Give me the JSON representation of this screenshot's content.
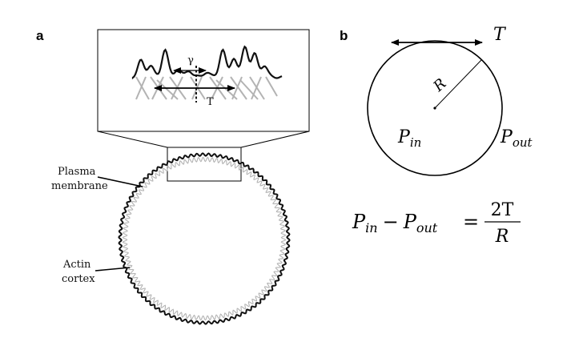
{
  "panels": {
    "a": {
      "label": "a",
      "inset": {
        "gamma": "γ",
        "tension": "T"
      },
      "callouts": {
        "membrane_line1": "Plasma",
        "membrane_line2": "membrane",
        "cortex_line1": "Actin",
        "cortex_line2": "cortex"
      },
      "colors": {
        "membrane": "#111111",
        "cortex": "#b3b3b3"
      }
    },
    "b": {
      "label": "b",
      "symbols": {
        "tension": "T",
        "radius": "R",
        "p_in_base": "P",
        "p_in_sub": "in",
        "p_out_base": "P",
        "p_out_sub": "out"
      },
      "equation": {
        "lhs_p1": "P",
        "lhs_sub1": "in",
        "minus": "−",
        "lhs_p2": "P",
        "lhs_sub2": "out",
        "equals": "=",
        "numerator": "2T",
        "denominator": "R"
      }
    }
  }
}
